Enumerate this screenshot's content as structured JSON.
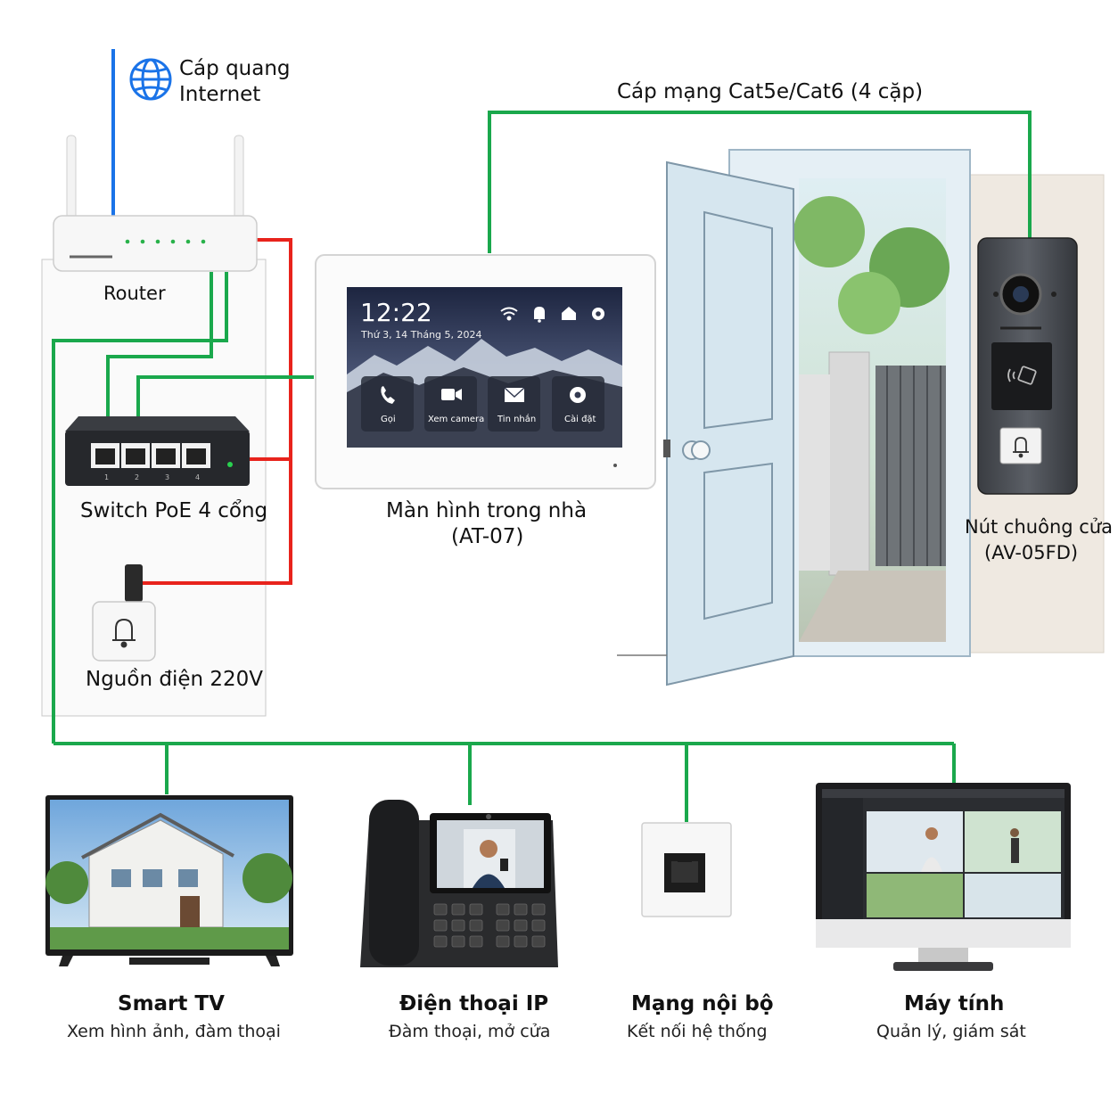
{
  "labels": {
    "fiber": [
      "Cáp quang",
      "Internet"
    ],
    "router": "Router",
    "cable": "Cáp mạng Cat5e/Cat6 (4 cặp)",
    "switch": "Switch PoE 4 cổng",
    "power": "Nguồn điện 220V",
    "monitor": [
      "Màn hình trong nhà",
      "(AT-07)"
    ],
    "doorbell": [
      "Nút chuông cửa",
      "(AV-05FD)"
    ]
  },
  "monitor_screen": {
    "time": "12:22",
    "date": "Thứ 3, 14 Tháng 5, 2024",
    "buttons": [
      "Gọi",
      "Xem camera",
      "Tin nhắn",
      "Cài đặt"
    ]
  },
  "switch_ports": [
    "1",
    "2",
    "3",
    "4"
  ],
  "devices": [
    {
      "title": "Smart TV",
      "subtitle": "Xem hình ảnh, đàm thoại"
    },
    {
      "title": "Điện thoại IP",
      "subtitle": "Đàm thoại, mở cửa"
    },
    {
      "title": "Mạng nội bộ",
      "subtitle": "Kết nối hệ thống"
    },
    {
      "title": "Máy tính",
      "subtitle": "Quản lý, giám sát"
    }
  ],
  "colors": {
    "data_cable": "#1aa84c",
    "power_cable": "#e8231c",
    "fiber_cable": "#1a73e8",
    "globe_icon": "#1a73e8"
  },
  "icons": [
    "globe-icon",
    "wifi-icon",
    "bell-icon",
    "home-icon",
    "gear-icon",
    "phone-icon",
    "camera-icon",
    "mail-icon",
    "rfid-icon",
    "bell-button-icon",
    "ethernet-port-icon"
  ]
}
